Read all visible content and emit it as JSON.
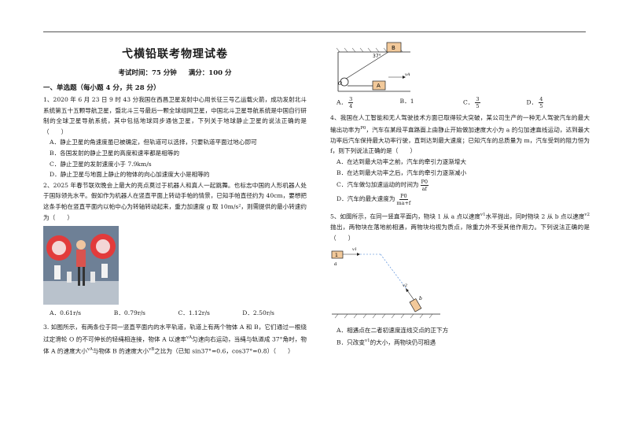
{
  "header": {
    "title": "弋横铅联考物理试卷",
    "exam_time": "考试时间：75 分钟",
    "full_score": "满分：100 分"
  },
  "section1": "一、单选题（每小题 4 分，共 28 分）",
  "q1": {
    "text": "1、2020 年 6 月 23 日 9 时 43 分我国在西昌卫星发射中心用长征三号乙运载火箭，成功发射北斗系统第五十五颗导航卫星，暨北斗三号最后一颗全球组网卫星，中国北斗卫星导航系统是中国自行研制的全球卫星导航系统，其中包括地球同步通信卫星，下列关于地球静止卫星的说法正确的是（　　）",
    "A": "A．静止卫星的角速度虽已被确定，但轨道可以选择，只要轨道平面过地心即可",
    "B": "B．各国发射的静止卫星的高度和速率都是相等的",
    "C": "C．静止卫星的发射速度小于 7.9km/s",
    "D": "D．静止卫星与地面上静止的物体的向心加速度大小是相等的"
  },
  "q2": {
    "text": "2、2025 年春节联欢晚会上最大的亮点莫过于机器人和真人一起跳舞。也标志中国的人形机器人处于国际领先水平。假如作为机器人在竖直平面上转动手帕的情景，已知手帕直径约为 40cm，要想把这条手帕在竖直平面内以帕中心为转轴转动起来，重力加速度 g 取 10m/s²，则需提供的最小转速约为（　　）",
    "A": "A．0.61r/s",
    "B": "B．0.79r/s",
    "C": "C．1.12r/s",
    "D": "D．2.50r/s"
  },
  "q3": {
    "text1": "3. 如图所示，有两条位于同一竖直平面内的水平轨道，轨道上有两个物体 A 和 B，它们通过一根绕过定滑轮 O 的不可伸长的轻绳相连接，物体 A 以速率",
    "vA": "vA",
    "text2": "匀速向右运动，当绳与轨道成 37°角时，物体 A 的速度大小",
    "text3": "与物体 B 的速度大小",
    "vB": "vB",
    "text4": "之比为（已知 sin37°=0.6，cos37°=0.8）（　　）",
    "A_num": "3",
    "A_den": "4",
    "B": "1",
    "C_num": "3",
    "C_den": "5",
    "D_num": "4",
    "D_den": "5",
    "fig_angle": "37°",
    "fig_B": "B",
    "fig_A": "A",
    "fig_O": "O",
    "fig_v": "vA"
  },
  "q4": {
    "text1": "4、我国在人工智能和无人驾驶技术方面已取得较大突破，某公司生产的一种无人驾驶汽车的最大输出功率为",
    "p0": "P0",
    "text2": "，汽车在某段平直路面上由静止开始做加速度大小为 a 的匀加速直线运动，达到最大功率后汽车保持最大功率行驶，直到达到最大速度；已知汽车的总质量为 m，汽车受到的阻力恒为 f，则下列说法正确的是（　　）",
    "A": "A．在达到最大功率之前，汽车的牵引力逐渐增大",
    "B": "B．在达到最大功率之后，汽车的牵引力逐渐减小",
    "C": "C．汽车做匀加速运动的时间为",
    "C_num": "P0",
    "C_den": "af",
    "D": "D．汽车的最大速度为",
    "D_num": "P0",
    "D_den": "ma+f"
  },
  "q5": {
    "text1": "5、如图所示，在同一竖直平面内，物块 1 从 a 点以速度",
    "v1": "v1",
    "text2": "水平抛出，同时物块 2 从 b 点以速度",
    "v2": "v2",
    "text3": "抛出，两物块在落地前相遇，两物块均视为质点，除重力外不受其他作用力。下列说法正确的是（　　）",
    "A": "A．相遇点在二者初速度连线交点的正下方",
    "B1": "B．只改变",
    "B2": "的大小，两物块仍可相遇",
    "fig_a": "a",
    "fig_b": "b",
    "fig_v1": "v1",
    "fig_v2": "v2",
    "fig_1": "1",
    "fig_2": "2"
  }
}
